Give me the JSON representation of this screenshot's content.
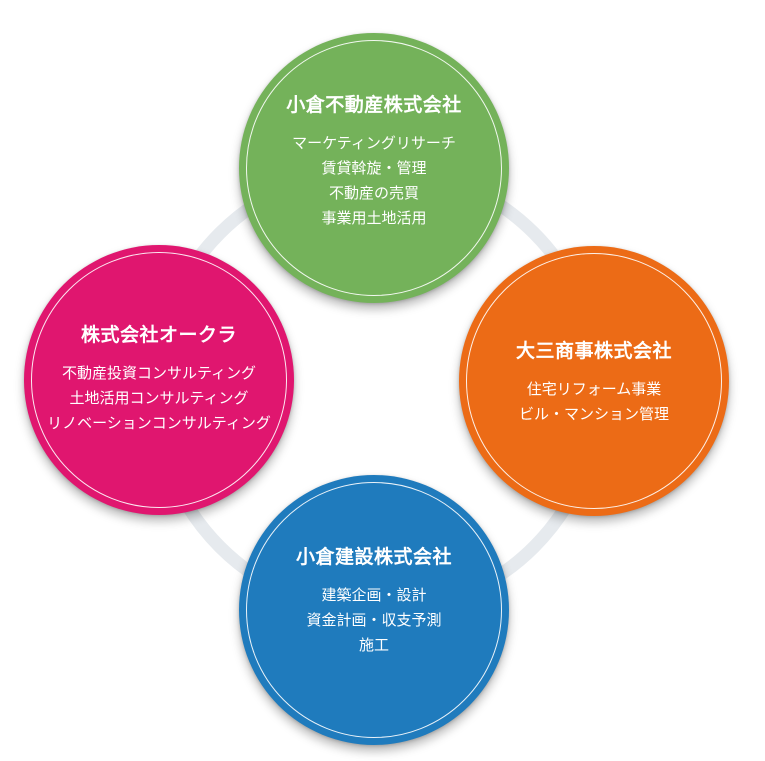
{
  "colors": {
    "ring": "#e6eaee",
    "top": "#74b25a",
    "right": "#ec6b16",
    "bottom": "#1f7bbd",
    "left": "#e0166f"
  },
  "nodes": {
    "top": {
      "title": "小倉不動産株式会社",
      "items": [
        "マーケティングリサーチ",
        "賃貸斡旋・管理",
        "不動産の売買",
        "事業用土地活用"
      ]
    },
    "right": {
      "title": "大三商事株式会社",
      "items": [
        "住宅リフォーム事業",
        "ビル・マンション管理"
      ]
    },
    "bottom": {
      "title": "小倉建設株式会社",
      "items": [
        "建築企画・設計",
        "資金計画・収支予測",
        "施工"
      ]
    },
    "left": {
      "title": "株式会社オークラ",
      "items": [
        "不動産投資コンサルティング",
        "土地活用コンサルティング",
        "リノベーションコンサルティング"
      ]
    }
  }
}
